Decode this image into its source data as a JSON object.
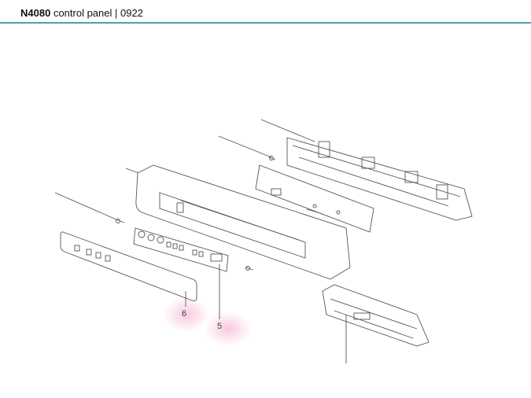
{
  "header": {
    "model": "N4080",
    "title": "control panel",
    "separator": "|",
    "code": "0922"
  },
  "callouts": [
    {
      "label": "6"
    },
    {
      "label": "5"
    }
  ],
  "colors": {
    "rule": "#4a9fb5",
    "highlight": "#f3a6c8"
  }
}
